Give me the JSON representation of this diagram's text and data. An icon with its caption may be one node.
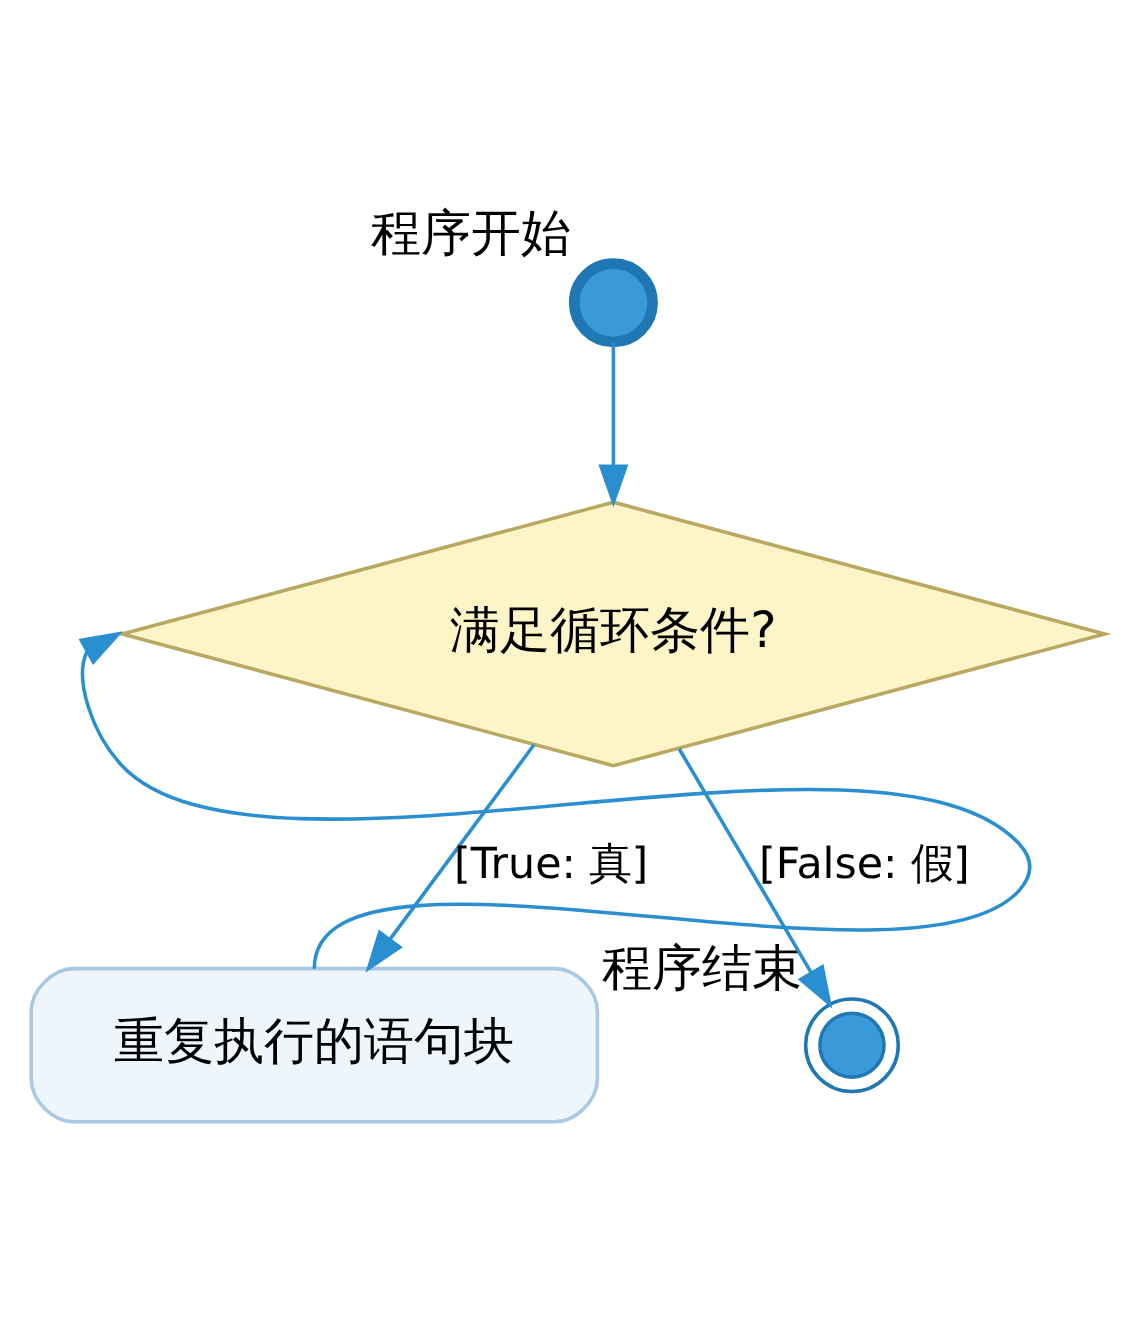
{
  "diagram": {
    "nodes": [
      {
        "text": [
          "程序开始"
        ]
      },
      {
        "text": [
          "满足循环条件?"
        ]
      },
      {
        "text": [
          "重复执行的语句块"
        ]
      },
      {
        "text": [
          "程序结束"
        ]
      }
    ],
    "edges": [
      {
        "from": 0,
        "to": 1,
        "arrow": "to"
      },
      {
        "from": 1,
        "to": 2,
        "label": "[True: 真]",
        "arrow": "to"
      },
      {
        "from": 2,
        "to": 1,
        "arrow": "to"
      },
      {
        "from": 1,
        "to": 3,
        "label": "[False: 假]",
        "arrow": "to"
      }
    ]
  }
}
